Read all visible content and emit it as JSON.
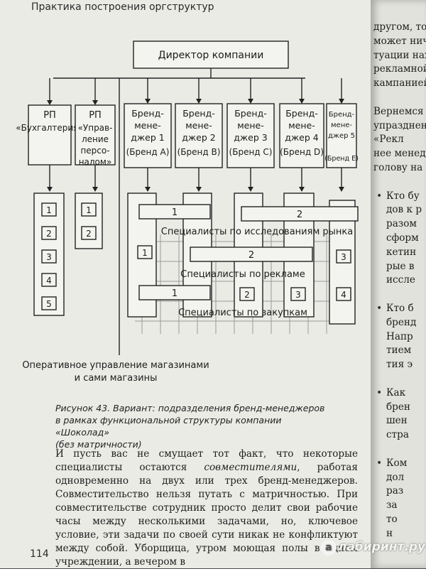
{
  "header": {
    "running_title": "Практика построения оргструктур"
  },
  "diagram": {
    "director": "Директор компании",
    "rp": [
      {
        "title": "РП",
        "lines": [
          "«Бухгалтерия»"
        ],
        "staff": [
          "1",
          "2",
          "3",
          "4",
          "5"
        ]
      },
      {
        "title": "РП",
        "lines": [
          "«Управ-",
          "ление",
          "персо-",
          "налом»"
        ],
        "staff": [
          "1",
          "2"
        ]
      }
    ],
    "brand_managers": [
      {
        "lines": [
          "Бренд-",
          "мене-",
          "джер 1"
        ],
        "brand": "(Бренд A)"
      },
      {
        "lines": [
          "Бренд-",
          "мене-",
          "джер 2"
        ],
        "brand": "(Бренд B)"
      },
      {
        "lines": [
          "Бренд-",
          "мене-",
          "джер 3"
        ],
        "brand": "(Бренд C)"
      },
      {
        "lines": [
          "Бренд-",
          "мене-",
          "джер 4"
        ],
        "brand": "(Бренд D)"
      },
      {
        "lines": [
          "Бренд-",
          "мене-",
          "джер 5"
        ],
        "brand": "(Бренд E)"
      }
    ],
    "specialist_groups": [
      {
        "label": "Специалисты по исследованиям рынка",
        "staff": [
          "1",
          "2"
        ]
      },
      {
        "label": "Специалисты по рекламе",
        "staff": [
          "2"
        ]
      },
      {
        "label": "Специалисты по закупкам",
        "staff": [
          "1"
        ]
      }
    ],
    "brand_column_staff": [
      "1",
      "2",
      "3",
      "3",
      "4"
    ],
    "stores_label": [
      "Оперативное управление магазинами",
      "и сами магазины"
    ]
  },
  "caption": {
    "lines": [
      "Рисунок 43. Вариант: подразделения бренд-менеджеров",
      "в рамках функциональной структуры компании «Шоколад»",
      "(без матричности)"
    ]
  },
  "body": {
    "p1_a": "И пусть вас не смущает тот факт, что некоторые специалисты остаются ",
    "p1_em": "совместителями",
    "p1_b": ", работая одновременно на двух или трех бренд-менеджеров. Совместительство нельзя путать с матричностью. При совместительстве сотрудник просто делит свои рабочие часы между несколькими задачами, но, ключевое условие, эти задачи по своей сути никак не конфликтуют между собой. Уборщица, утром моющая полы в одном учреждении, а вечером в"
  },
  "right_page": {
    "lines": [
      "другом, тож",
      "может нич",
      "туации нах",
      "рекламной",
      "кампанией",
      "",
      "Вернемся",
      "упразднен",
      "«Рекл",
      "нее менед",
      "голову на",
      "",
      "Кто бу",
      "дов к р",
      "разом",
      "сформ",
      "кетин",
      "рые в",
      "иссле",
      "",
      "Кто б",
      "бренд",
      "Напр",
      "тием",
      "тия э",
      "",
      "Как",
      "брен",
      "шен",
      "стра",
      "",
      "Ком",
      "дол",
      "раз",
      "за",
      "то",
      "н"
    ],
    "bullets_at": [
      12,
      20,
      26,
      31
    ]
  },
  "page_number": "114",
  "watermark": {
    "prefix": "а",
    "text": "лабиринт.ру"
  }
}
